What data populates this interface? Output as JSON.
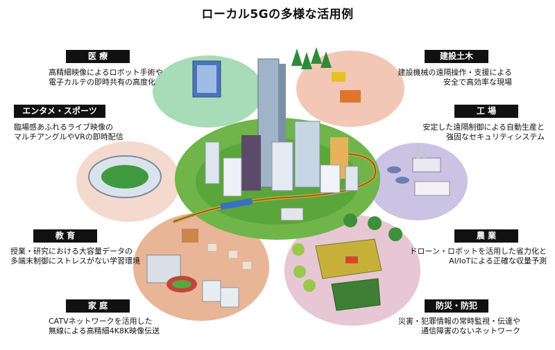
{
  "title": "ローカル5Gの多様な活用例",
  "sections": {
    "medical": {
      "label": "医 療",
      "desc1": "高精細映像によるロボット手術や",
      "desc2": "電子カルテの即時共有の高度化"
    },
    "entertainment": {
      "label": "エンタメ・スポーツ",
      "desc1": "臨場感あふれるライブ映像の",
      "desc2": "マルチアングルやVRの即時配信"
    },
    "education": {
      "label": "教 育",
      "desc1": "授業・研究における大容量データの",
      "desc2": "多端末制御にストレスがない学習環境"
    },
    "home": {
      "label": "家 庭",
      "desc1": "CATVネットワークを活用した",
      "desc2": "無線による高精細4K8K映像伝送"
    },
    "construction": {
      "label": "建設土木",
      "desc1": "建設機械の遠隔操作・支援による",
      "desc2": "安全で高効率な現場"
    },
    "factory": {
      "label": "工 場",
      "desc1": "安定した遠隔制御による自動生産と",
      "desc2": "強固なセキュリティシステム"
    },
    "agriculture": {
      "label": "農 業",
      "desc1": "ドローン・ロボットを活用した省力化と",
      "desc2": "AI/IoTによる正確な収量予測"
    },
    "disaster": {
      "label": "防災・防犯",
      "desc1": "災害・犯罪情報の常時監視・伝達や",
      "desc2": "通信障害のないネットワーク"
    }
  }
}
